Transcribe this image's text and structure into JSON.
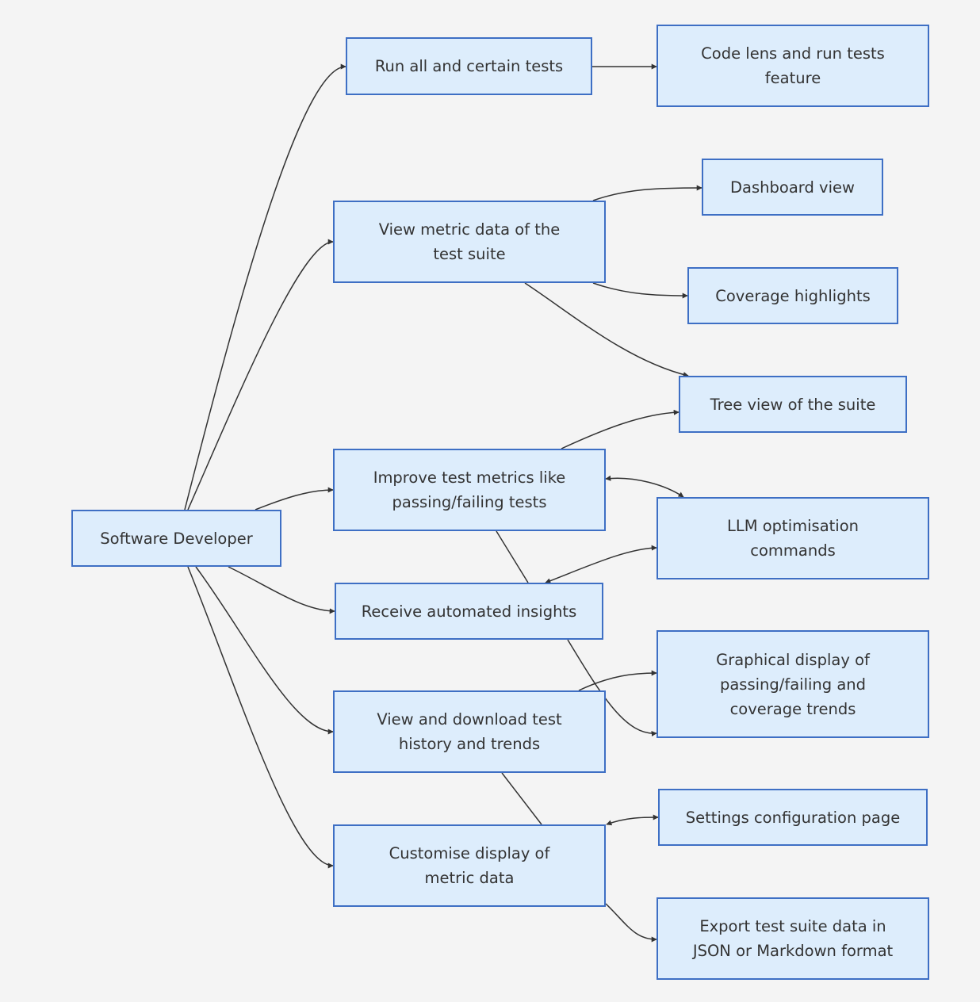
{
  "diagram": {
    "actor": "Software Developer",
    "use_cases": {
      "run": "Run all and certain tests",
      "view": "View metric data of the test suite",
      "improve": "Improve test metrics like passing/failing tests",
      "receive": "Receive automated insights",
      "history": "View and download test history and trends",
      "custom": "Customise display of metric data"
    },
    "features": {
      "codelens": "Code lens and run tests feature",
      "dash": "Dashboard view",
      "cov": "Coverage highlights",
      "tree": "Tree view of the suite",
      "llm": "LLM optimisation commands",
      "graph": "Graphical display of passing/failing and coverage trends",
      "settings": "Settings configuration page",
      "export": "Export test suite data in JSON or Markdown format"
    },
    "colors": {
      "background": "#f4f4f4",
      "node_fill": "#ddedfc",
      "node_border": "#3e6fc4",
      "edge": "#333333",
      "text": "#333333"
    }
  }
}
